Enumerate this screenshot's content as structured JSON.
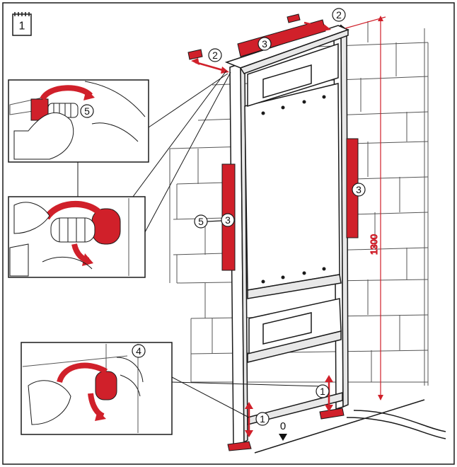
{
  "step_number": "1",
  "callouts": {
    "c1_left": "1",
    "c1_right": "1",
    "c2_left": "2",
    "c2_right": "2",
    "c3_top": "3",
    "c3_left": "3",
    "c3_right": "3",
    "c4": "4",
    "c5_detail": "5",
    "c5_frame": "5"
  },
  "dimension_label": "1300",
  "zero_label": "0",
  "colors": {
    "accent_red": "#d0202a",
    "line": "#1a1a1a",
    "wall": "#555555"
  }
}
